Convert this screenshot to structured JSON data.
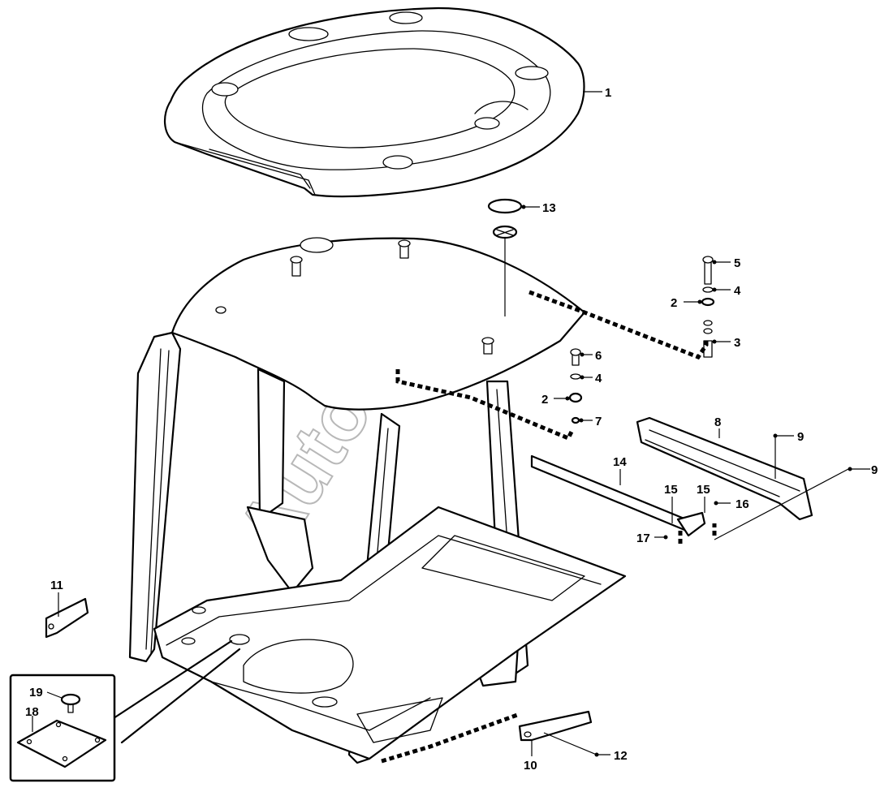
{
  "watermark": "AutoSoft",
  "colors": {
    "line": "#000000",
    "background": "#ffffff",
    "watermark": "#b8b8b8"
  },
  "callouts": [
    "1",
    "2",
    "3",
    "4",
    "5",
    "6",
    "7",
    "8",
    "9",
    "10",
    "11",
    "12",
    "13",
    "14",
    "15",
    "16",
    "17",
    "18",
    "19"
  ]
}
